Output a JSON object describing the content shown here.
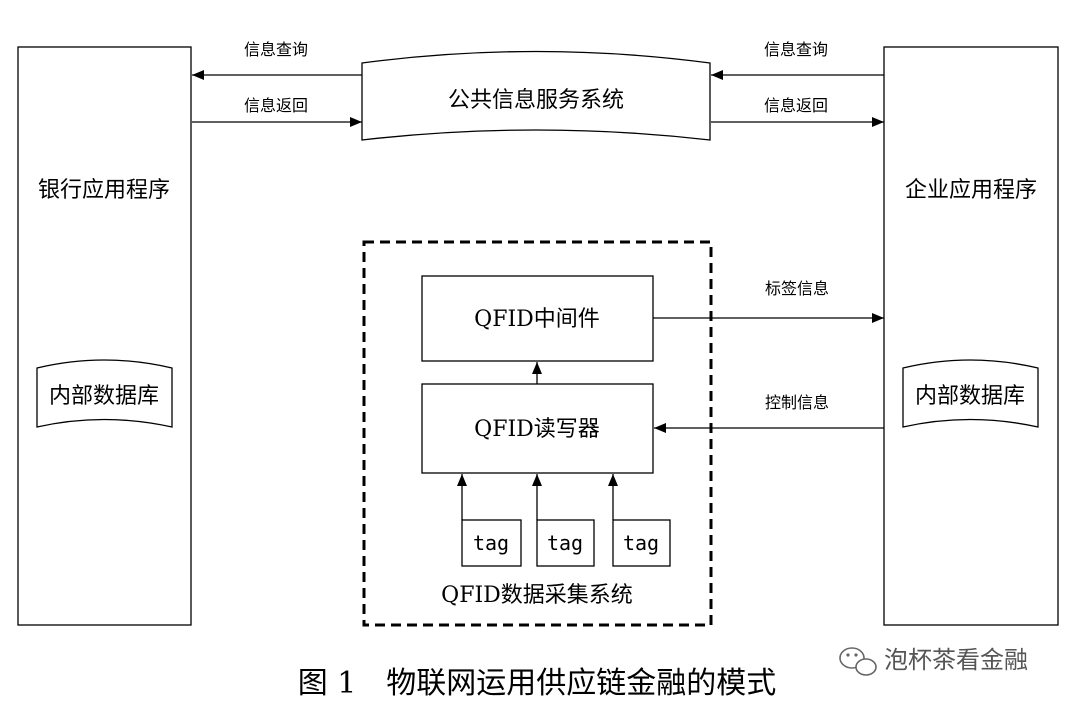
{
  "bank": {
    "title": "银行应用程序",
    "db": "内部数据库"
  },
  "enterprise": {
    "title": "企业应用程序",
    "db": "内部数据库"
  },
  "public_service": "公共信息服务系统",
  "arrows": {
    "query_left": "信息查询",
    "return_left": "信息返回",
    "query_right": "信息查询",
    "return_right": "信息返回",
    "tag_info": "标签信息",
    "control_info": "控制信息"
  },
  "qfid": {
    "middleware": "QFID中间件",
    "reader": "QFID读写器",
    "tags": [
      "tag",
      "tag",
      "tag"
    ],
    "system_label": "QFID数据采集系统"
  },
  "caption": "图 1　物联网运用供应链金融的模式",
  "watermark": "泡杯茶看金融"
}
